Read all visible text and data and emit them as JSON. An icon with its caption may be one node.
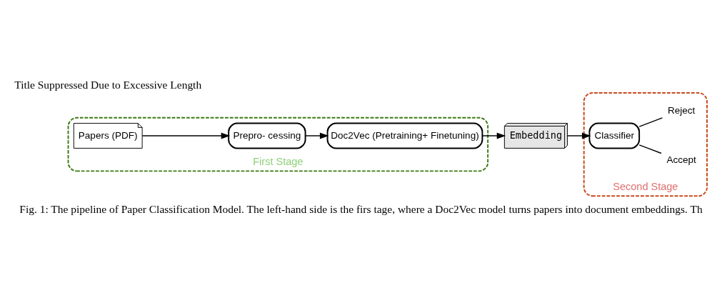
{
  "diagram": {
    "caption": "Fig. 1: The pipeline of Paper Classification Model. The left-hand side is the firs tage, where a Doc2Vec model turns papers into document embeddings. Th",
    "nodes": [
      {
        "text": [
          "First Stage"
        ]
      },
      {
        "text": [
          "Papers (PDF)"
        ],
        "in": 0
      },
      {
        "text": [
          "Prepro- cessing"
        ],
        "in": 0
      },
      {
        "text": [
          "Doc2Vec (Pretraining+ Finetuning)"
        ],
        "in": 0
      },
      {
        "text": [
          "Embedding"
        ]
      },
      {
        "text": [
          "Second Stage"
        ]
      },
      {
        "text": [
          "Classifier"
        ],
        "in": 5
      },
      {
        "text": [
          "Accept"
        ],
        "in": 5
      },
      {
        "text": [
          "Reject"
        ],
        "in": 5
      }
    ],
    "edges": [
      {
        "from": 1,
        "to": 2,
        "arrow": "to"
      },
      {
        "from": 2,
        "to": 3,
        "arrow": "to"
      },
      {
        "from": 3,
        "to": 4,
        "arrow": "to"
      },
      {
        "from": 4,
        "to": 6,
        "arrow": "to"
      },
      {
        "from": 6,
        "to": 7,
        "arrow": "none"
      },
      {
        "from": 6,
        "to": 8,
        "arrow": "none"
      }
    ],
    "labels": [
      "Title Suppressed Due to Excessive Length"
    ]
  }
}
